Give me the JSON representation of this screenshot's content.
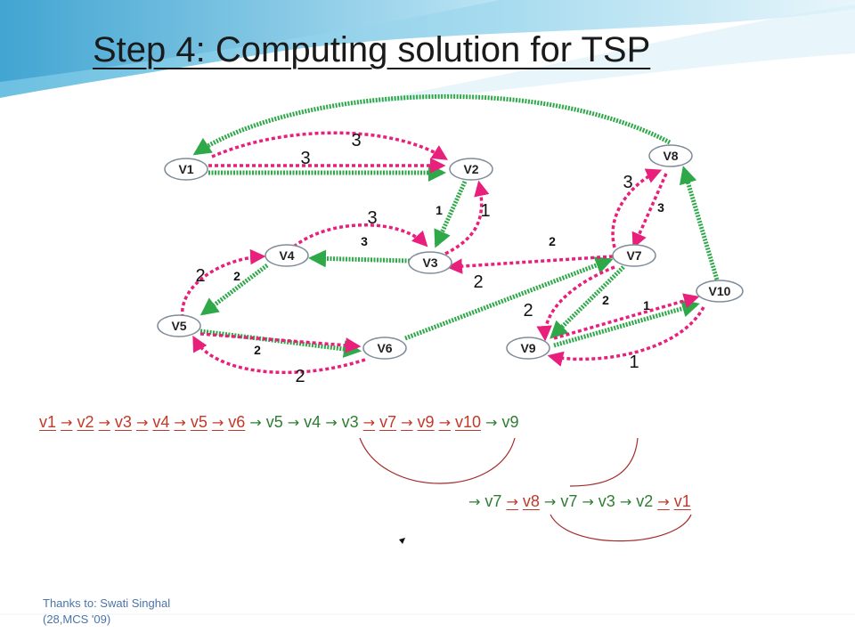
{
  "slide": {
    "title": "Step 4: Computing solution for TSP",
    "credit_line1": "Thanks to: Swati Singhal",
    "credit_line2": "(28,MCS '09)"
  },
  "colors": {
    "tree_edge": "#2fa84a",
    "walk_edge": "#e8207c",
    "node_border": "#7f8c9a",
    "sequence_red": "#c0392b",
    "sequence_green": "#2e7d32",
    "curve": "#a52a2a"
  },
  "graph": {
    "nodes": [
      {
        "id": "V1",
        "label": "V1"
      },
      {
        "id": "V2",
        "label": "V2"
      },
      {
        "id": "V3",
        "label": "V3"
      },
      {
        "id": "V4",
        "label": "V4"
      },
      {
        "id": "V5",
        "label": "V5"
      },
      {
        "id": "V6",
        "label": "V6"
      },
      {
        "id": "V7",
        "label": "V7"
      },
      {
        "id": "V8",
        "label": "V8"
      },
      {
        "id": "V9",
        "label": "V9"
      },
      {
        "id": "V10",
        "label": "V10"
      }
    ],
    "edge_weights": [
      {
        "id": "v1-v2-walk",
        "text": "3"
      },
      {
        "id": "v1-v2-tree",
        "text": "3"
      },
      {
        "id": "v2-v3-tree",
        "text": "1"
      },
      {
        "id": "v2-v3-walk",
        "text": "1"
      },
      {
        "id": "v3-v4-walk",
        "text": "3"
      },
      {
        "id": "v3-v4-tree",
        "text": "3"
      },
      {
        "id": "v4-v5-walk",
        "text": "2"
      },
      {
        "id": "v4-v5-tree",
        "text": "2"
      },
      {
        "id": "v5-v6-tree",
        "text": "2"
      },
      {
        "id": "v5-v6-walk",
        "text": "2"
      },
      {
        "id": "v3-v7",
        "text": "2"
      },
      {
        "id": "v3-v7-walk",
        "text": "2"
      },
      {
        "id": "v7-v8-walk",
        "text": "3"
      },
      {
        "id": "v7-v8-tree",
        "text": "3"
      },
      {
        "id": "v7-v9-walk",
        "text": "2"
      },
      {
        "id": "v7-v9-tree",
        "text": "2"
      },
      {
        "id": "v9-v10-tree",
        "text": "1"
      },
      {
        "id": "v9-v10-walk",
        "text": "1"
      }
    ]
  },
  "sequence": {
    "line1": [
      {
        "t": "v1",
        "c": "red"
      },
      {
        "t": "→",
        "c": "arr-red"
      },
      {
        "t": "v2",
        "c": "red"
      },
      {
        "t": "→",
        "c": "arr-red"
      },
      {
        "t": "v3",
        "c": "red"
      },
      {
        "t": "→",
        "c": "arr-red"
      },
      {
        "t": "v4",
        "c": "red"
      },
      {
        "t": "→",
        "c": "arr-red"
      },
      {
        "t": "v5",
        "c": "red"
      },
      {
        "t": "→",
        "c": "arr-red"
      },
      {
        "t": "v6",
        "c": "red"
      },
      {
        "t": "→",
        "c": "arr"
      },
      {
        "t": "v5",
        "c": "grn"
      },
      {
        "t": "→",
        "c": "arr"
      },
      {
        "t": "v4",
        "c": "grn"
      },
      {
        "t": "→",
        "c": "arr"
      },
      {
        "t": "v3",
        "c": "grn"
      },
      {
        "t": "→",
        "c": "arr-red"
      },
      {
        "t": "v7",
        "c": "red"
      },
      {
        "t": "→",
        "c": "arr-red"
      },
      {
        "t": "v9",
        "c": "red"
      },
      {
        "t": "→",
        "c": "arr-red"
      },
      {
        "t": "v10",
        "c": "red"
      },
      {
        "t": "→",
        "c": "arr"
      },
      {
        "t": "v9",
        "c": "grn"
      }
    ],
    "line2": [
      {
        "t": "→",
        "c": "arr"
      },
      {
        "t": "v7",
        "c": "grn"
      },
      {
        "t": "→",
        "c": "arr-red"
      },
      {
        "t": "v8",
        "c": "red"
      },
      {
        "t": "→",
        "c": "arr"
      },
      {
        "t": "v7",
        "c": "grn"
      },
      {
        "t": "→",
        "c": "arr"
      },
      {
        "t": "v3",
        "c": "grn"
      },
      {
        "t": "→",
        "c": "arr"
      },
      {
        "t": "v2",
        "c": "grn"
      },
      {
        "t": "→",
        "c": "arr-red"
      },
      {
        "t": "v1",
        "c": "red"
      }
    ]
  }
}
